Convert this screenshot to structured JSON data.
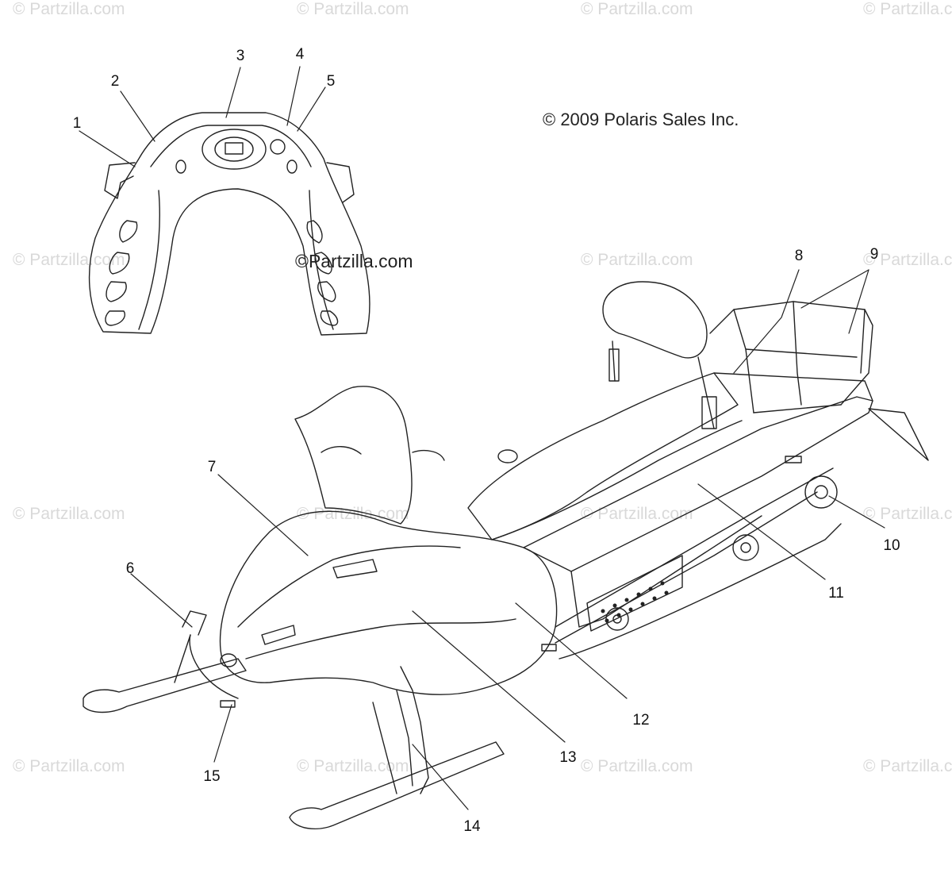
{
  "watermark_text": "© Partzilla.com",
  "center_watermark": "©Partzilla.com",
  "copyright": "© 2009 Polaris Sales Inc.",
  "callouts": [
    "1",
    "2",
    "3",
    "4",
    "5",
    "6",
    "7",
    "8",
    "9",
    "10",
    "11",
    "12",
    "13",
    "14",
    "15"
  ],
  "line_color": "#222222"
}
